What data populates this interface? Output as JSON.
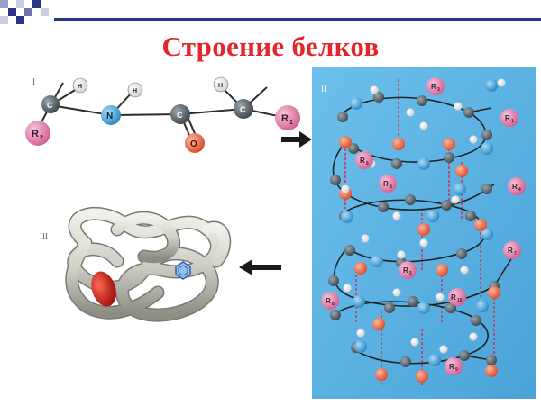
{
  "title": "Строение белков",
  "panels": {
    "primary": {
      "numeral": "I",
      "atoms": {
        "r2": {
          "label": "R",
          "sub": "2"
        },
        "c_left": {
          "label": "C"
        },
        "h_left": {
          "label": "H"
        },
        "n": {
          "label": "N"
        },
        "h_n": {
          "label": "H"
        },
        "c_carbonyl": {
          "label": "C"
        },
        "o": {
          "label": "O"
        },
        "c_right": {
          "label": "C"
        },
        "h_right": {
          "label": "H"
        },
        "r1": {
          "label": "R",
          "sub": "1"
        }
      }
    },
    "secondary": {
      "numeral": "II",
      "r_groups": [
        {
          "label": "R",
          "sub": "3"
        },
        {
          "label": "R",
          "sub": "1"
        },
        {
          "label": "R",
          "sub": "6"
        },
        {
          "label": "R",
          "sub": "8"
        },
        {
          "label": "R",
          "sub": "4"
        },
        {
          "label": "R",
          "sub": "7"
        },
        {
          "label": "R",
          "sub": "5"
        },
        {
          "label": "R",
          "sub": "8"
        },
        {
          "label": "R",
          "sub": "10"
        },
        {
          "label": "R",
          "sub": "9"
        }
      ]
    },
    "tertiary": {
      "numeral": "III"
    }
  },
  "colors": {
    "title": "#e3262b",
    "helix_background": "#5fb4e3",
    "carbon": "#505a60",
    "nitrogen": "#3ea6e0",
    "oxygen": "#ef6a47",
    "hydrogen": "#ffffff",
    "r_group": "#e88bb3",
    "hbond": "#d22a4a"
  },
  "arrows": {
    "right_arrow": "arrow-right-icon",
    "left_arrow": "arrow-left-icon"
  }
}
